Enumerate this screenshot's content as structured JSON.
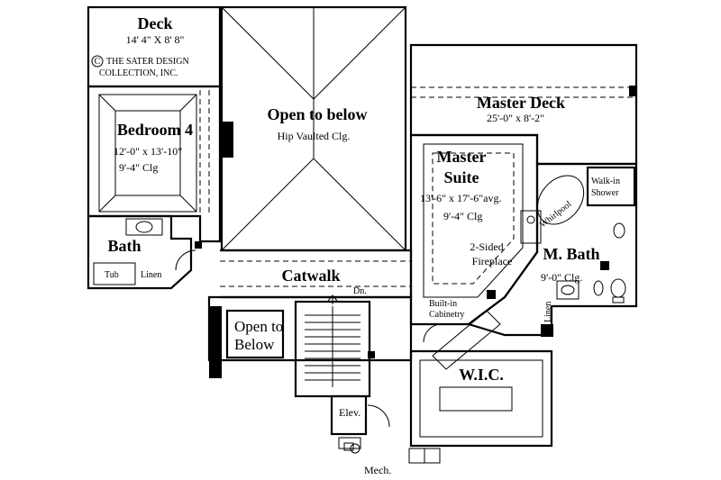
{
  "copyright": {
    "symbol": "C",
    "line1": "THE SATER DESIGN",
    "line2": "COLLECTION, INC."
  },
  "rooms": {
    "deck": {
      "name": "Deck",
      "dims": "14' 4\" X 8' 8\""
    },
    "open_to_below_top": {
      "name": "Open to below",
      "note": "Hip Vaulted Clg."
    },
    "master_deck": {
      "name": "Master Deck",
      "dims": "25'-0\" x 8'-2\""
    },
    "bedroom4": {
      "name": "Bedroom 4",
      "dims": "12'-0\" x 13'-10\"",
      "clg": "9'-4\" Clg"
    },
    "master_suite": {
      "name_line1": "Master",
      "name_line2": "Suite",
      "dims": "13'-6\" x 17'-6\"avg.",
      "clg": "9'-4\" Clg"
    },
    "whirlpool": "Whirlpool",
    "walk_in_shower_line1": "Walk-in",
    "walk_in_shower_line2": "Shower",
    "fireplace_line1": "2-Sided",
    "fireplace_line2": "Fireplace",
    "m_bath": {
      "name": "M. Bath",
      "clg": "9'-0\" Clg."
    },
    "bath": "Bath",
    "tub": "Tub",
    "linen": "Linen",
    "catwalk": "Catwalk",
    "dn": "Dn.",
    "built_in_line1": "Built-in",
    "built_in_line2": "Cabinetry",
    "linen_mbath": "Linen",
    "open_to_below_lower_line1": "Open to",
    "open_to_below_lower_line2": "Below",
    "wic": "W.I.C.",
    "elev": "Elev.",
    "mech": "Mech."
  }
}
